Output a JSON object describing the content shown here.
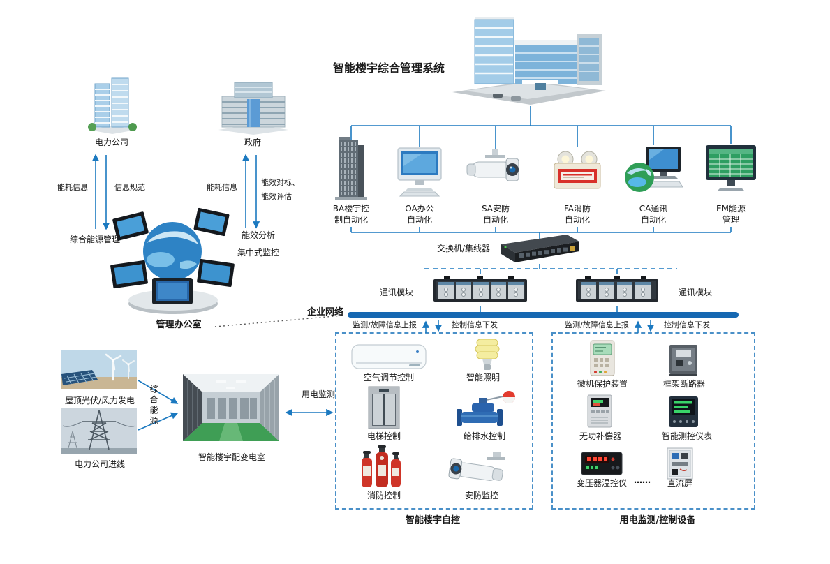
{
  "colors": {
    "line_blue": "#1b79c0",
    "bar_blue": "#1668b2",
    "box_dash": "#4a90c8",
    "text_dark": "#1a1a1a"
  },
  "title": "智能楼宇综合管理系统",
  "left_section": {
    "power_company": "电力公司",
    "government": "政府",
    "energy_info_power": "能耗信息",
    "info_standard": "信息规范",
    "energy_info_gov": "能耗信息",
    "benchmark_line1": "能效对标、",
    "benchmark_line2": "能效评估",
    "integrated_energy_mgmt": "综合能源管理",
    "efficiency_analysis": "能效分析",
    "central_monitoring": "集中式监控",
    "management_office": "管理办公室"
  },
  "subsystems": [
    {
      "line1": "BA楼宇控",
      "line2": "制自动化"
    },
    {
      "line1": "OA办公",
      "line2": "自动化"
    },
    {
      "line1": "SA安防",
      "line2": "自动化"
    },
    {
      "line1": "FA消防",
      "line2": "自动化"
    },
    {
      "line1": "CA通讯",
      "line2": "自动化"
    },
    {
      "line1": "EM能源",
      "line2": "管理"
    }
  ],
  "network": {
    "switch_label": "交换机/集线器",
    "comm_module_left": "通讯模块",
    "comm_module_right": "通讯模块",
    "enterprise_network": "企业网络",
    "report_left": "监测/故障信息上报",
    "control_left": "控制信息下发",
    "report_right": "监测/故障信息上报",
    "control_right": "控制信息下发"
  },
  "power_section": {
    "rooftop_pv_wind": "屋顶光伏/风力发电",
    "utility_incoming": "电力公司进线",
    "integrated_energy": "综合能源",
    "substation": "智能楼宇配变电室",
    "power_monitoring": "用电监测"
  },
  "building_controls": {
    "items": [
      {
        "label": "空气调节控制"
      },
      {
        "label": "智能照明"
      },
      {
        "label": "电梯控制"
      },
      {
        "label": "给排水控制"
      },
      {
        "label": "消防控制"
      },
      {
        "label": "安防监控"
      }
    ],
    "caption": "智能楼宇自控"
  },
  "power_devices": {
    "items": [
      {
        "label": "微机保护装置"
      },
      {
        "label": "框架断路器"
      },
      {
        "label": "无功补偿器"
      },
      {
        "label": "智能测控仪表"
      },
      {
        "label": "变压器温控仪"
      },
      {
        "label": "直流屏"
      }
    ],
    "ellipsis": "……",
    "caption": "用电监测/控制设备"
  }
}
